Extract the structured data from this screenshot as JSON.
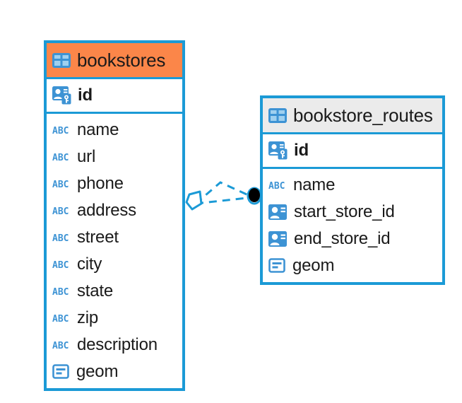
{
  "diagram": {
    "type": "entity-relationship-diagram",
    "background": "#ffffff",
    "accent_blue": "#1b9ad6",
    "accent_orange": "#fb8649",
    "header_gray": "#ebebeb",
    "text_color": "#1a1a1a"
  },
  "entities": [
    {
      "name": "bookstores",
      "header_style": "accent-orange",
      "table_icon": "table-icon",
      "primary_key": {
        "label": "id",
        "icon": "primary-key-icon"
      },
      "fields": [
        {
          "label": "name",
          "icon": "text-type-icon"
        },
        {
          "label": "url",
          "icon": "text-type-icon"
        },
        {
          "label": "phone",
          "icon": "text-type-icon"
        },
        {
          "label": "address",
          "icon": "text-type-icon"
        },
        {
          "label": "street",
          "icon": "text-type-icon"
        },
        {
          "label": "city",
          "icon": "text-type-icon"
        },
        {
          "label": "state",
          "icon": "text-type-icon"
        },
        {
          "label": "zip",
          "icon": "text-type-icon"
        },
        {
          "label": "description",
          "icon": "text-type-icon"
        },
        {
          "label": "geom",
          "icon": "geometry-type-icon"
        }
      ]
    },
    {
      "name": "bookstore_routes",
      "header_style": "accent-gray",
      "table_icon": "table-icon",
      "primary_key": {
        "label": "id",
        "icon": "primary-key-icon"
      },
      "fields": [
        {
          "label": "name",
          "icon": "text-type-icon"
        },
        {
          "label": "start_store_id",
          "icon": "foreign-key-icon"
        },
        {
          "label": "end_store_id",
          "icon": "foreign-key-icon"
        },
        {
          "label": "geom",
          "icon": "geometry-type-icon"
        }
      ]
    }
  ],
  "relationship": {
    "from_entity": "bookstores",
    "to_entity": "bookstore_routes",
    "line_style": "dashed",
    "color": "#1b9ad6",
    "source_marker": "polygon-marker",
    "target_marker": "filled-dot-marker",
    "target_marker_color": "#000000"
  }
}
